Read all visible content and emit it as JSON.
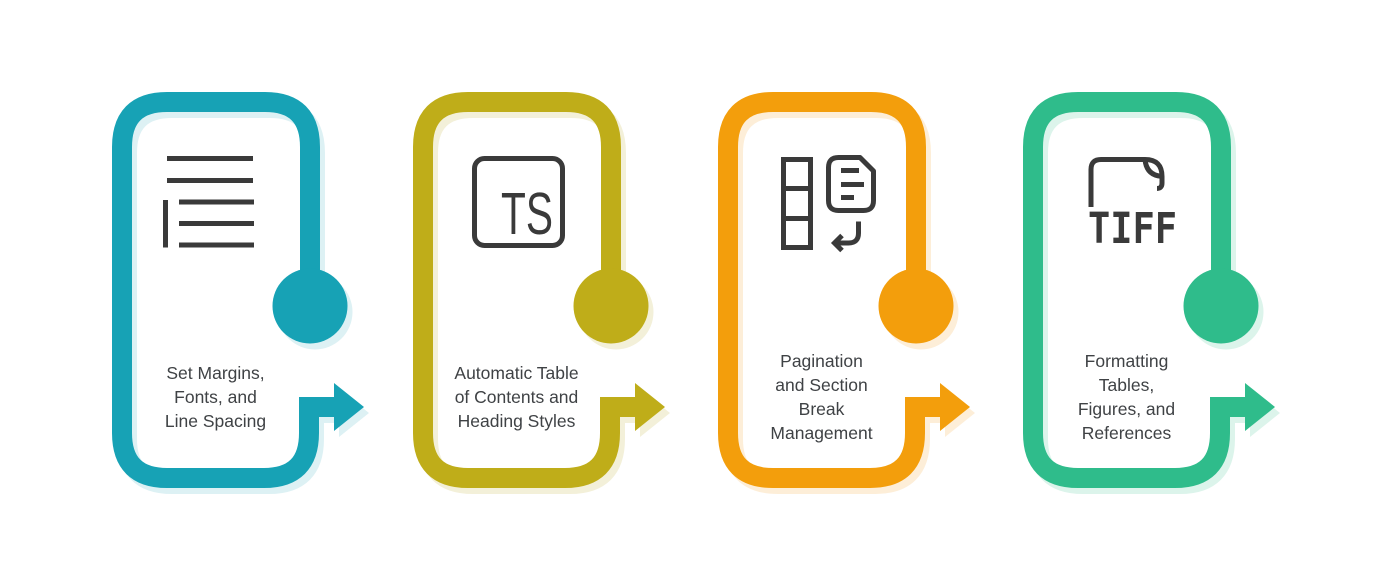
{
  "page": {
    "background_color": "#FFFFFF",
    "icon_stroke_color": "#3A3A3A",
    "label_text_color": "#3F4245"
  },
  "cards": [
    {
      "label": "Set Margins,\nFonts, and\nLine Spacing",
      "icon": "indented-list-icon",
      "accent": "#17A2B5",
      "tint": "#DDF1F4"
    },
    {
      "label": "Automatic Table\nof Contents and\nHeading Styles",
      "icon": "ts-box-icon",
      "icon_text": "TS",
      "accent": "#BFAD19",
      "tint": "#F3F0D9"
    },
    {
      "label": "Pagination\nand Section\nBreak\nManagement",
      "icon": "section-break-document-icon",
      "accent": "#F39E0C",
      "tint": "#FDEED8"
    },
    {
      "label": "Formatting\nTables,\nFigures, and\nReferences",
      "icon": "tiff-file-icon",
      "icon_text": "TIFF",
      "accent": "#2FBC8B",
      "tint": "#DCF4EB"
    }
  ]
}
